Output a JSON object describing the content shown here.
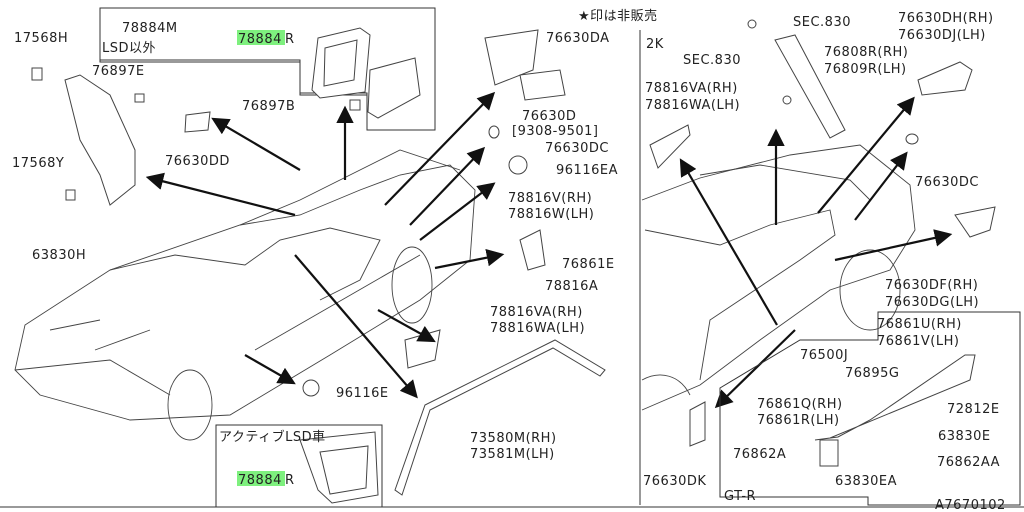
{
  "note_star": "★印は非販売",
  "variant_2k": "2K",
  "left": {
    "p78884M": "78884M",
    "p78884_hl": "78884",
    "p78884_r": "R",
    "lsd_other": "LSD以外",
    "p17568H": "17568H",
    "p76897E": "76897E",
    "p76897B": "76897B",
    "p76630DD": "76630DD",
    "p17568Y": "17568Y",
    "p63830H": "63830H",
    "p76630DA": "76630DA",
    "p76630D": "76630D",
    "p76630D_range": "[9308-9501]",
    "p76630DC": "76630DC",
    "p96116EA": "96116EA",
    "p78816V": "78816V(RH)",
    "p78816W": "78816W(LH)",
    "p76861E": "76861E",
    "p78816A": "78816A",
    "p78816VA": "78816VA(RH)",
    "p78816WA": "78816WA(LH)",
    "p96116E": "96116E",
    "p73580M": "73580M(RH)",
    "p73581M": "73581M(LH)",
    "active_lsd": "アクティブLSD車",
    "p78884_hl2": "78884",
    "p78884_r2": "R"
  },
  "right": {
    "sec830a": "SEC.830",
    "sec830b": "SEC.830",
    "p76630DH": "76630DH(RH)",
    "p76630DJ": "76630DJ(LH)",
    "p76808R": "76808R(RH)",
    "p76809R": "76809R(LH)",
    "p78816VA": "78816VA(RH)",
    "p78816WA": "78816WA(LH)",
    "p76630DC": "76630DC",
    "p76630DF": "76630DF(RH)",
    "p76630DG": "76630DG(LH)",
    "p76861U": "76861U(RH)",
    "p76861V": "76861V(LH)",
    "p76500J": "76500J",
    "p76895G": "76895G",
    "p72812E": "72812E",
    "p76861Q": "76861Q(RH)",
    "p76861R": "76861R(LH)",
    "p63830E": "63830E",
    "p76862A": "76862A",
    "p76862AA": "76862AA",
    "p63830EA": "63830EA",
    "p76630DK": "76630DK",
    "gtr": "GT-R",
    "diagram_id": "A7670102"
  },
  "colors": {
    "highlight": "#7ef07e",
    "line": "#333333"
  }
}
